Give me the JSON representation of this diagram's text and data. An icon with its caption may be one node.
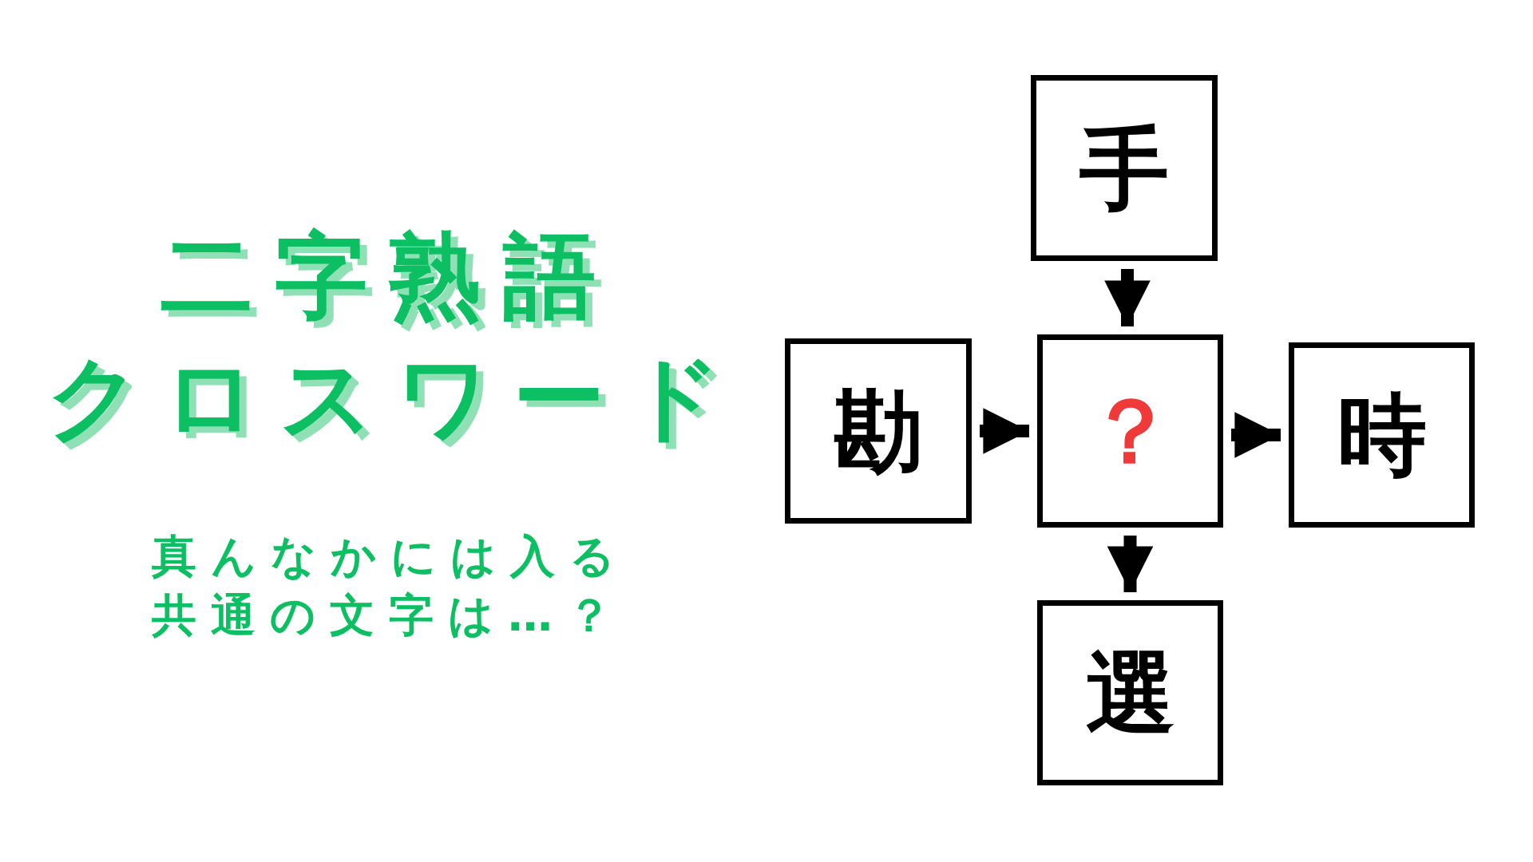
{
  "diagram": {
    "title": "二字熟語クロスワード",
    "nodes": [
      {
        "text": [
          "手"
        ]
      },
      {
        "text": [
          "勘"
        ]
      },
      {
        "text": [
          "？"
        ]
      },
      {
        "text": [
          "時"
        ]
      },
      {
        "text": [
          "選"
        ]
      }
    ],
    "edges": [
      {
        "from": 0,
        "to": 2,
        "arrow": "to"
      },
      {
        "from": 1,
        "to": 2,
        "arrow": "to"
      },
      {
        "from": 2,
        "to": 3,
        "arrow": "to"
      },
      {
        "from": 2,
        "to": 4,
        "arrow": "to"
      }
    ],
    "labels": [
      "真んなかには入る共通の文字は…？"
    ]
  }
}
